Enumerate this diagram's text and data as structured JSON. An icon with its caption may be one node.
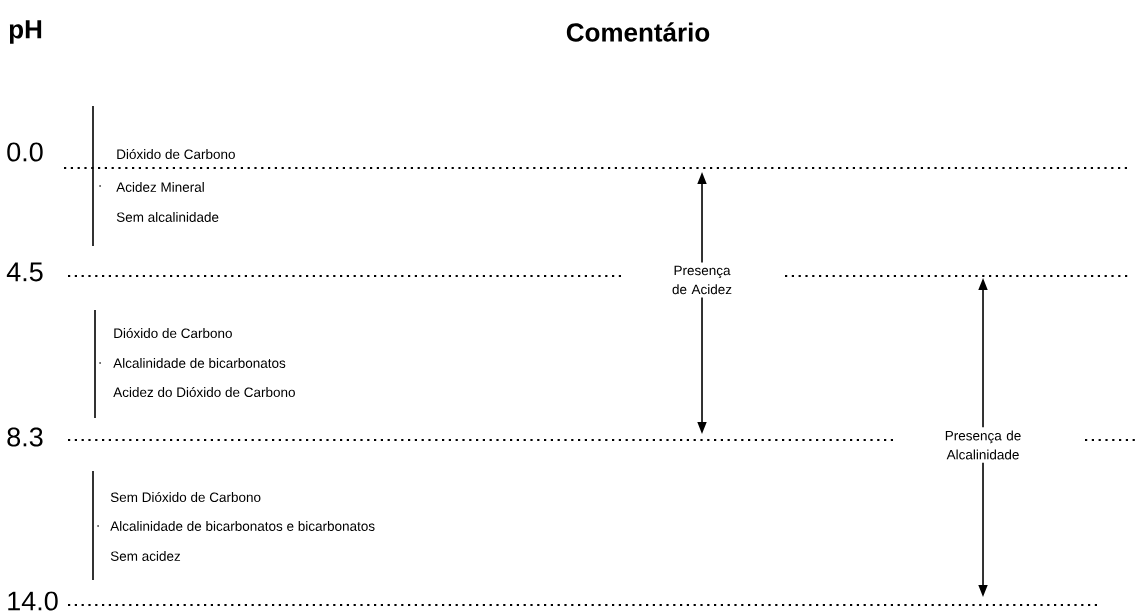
{
  "diagram": {
    "nodes": [
      {
        "text": [
          "Presença de Acidez"
        ]
      },
      {
        "text": [
          "Presença de Alcalinidade"
        ]
      }
    ],
    "edges": [
      {
        "from": 0,
        "to": null,
        "arrow": "to"
      },
      {
        "from": 0,
        "to": null,
        "arrow": "to"
      },
      {
        "from": 1,
        "to": null,
        "arrow": "to"
      },
      {
        "from": 1,
        "to": null,
        "arrow": "to"
      }
    ],
    "labels": [
      "pH",
      "Comentário",
      "0.0",
      "Dióxido de Carbono",
      ".",
      "Acidez Mineral",
      "Sem alcalinidade",
      "4.5",
      "Dióxido de Carbono",
      ".",
      "Alcalinidade de bicarbonatos",
      "Acidez do Dióxido de Carbono",
      "8.3",
      "Sem Dióxido de Carbono",
      ".",
      "Alcalinidade de bicarbonatos e bicarbonatos",
      "Sem acidez",
      "14.0"
    ]
  }
}
